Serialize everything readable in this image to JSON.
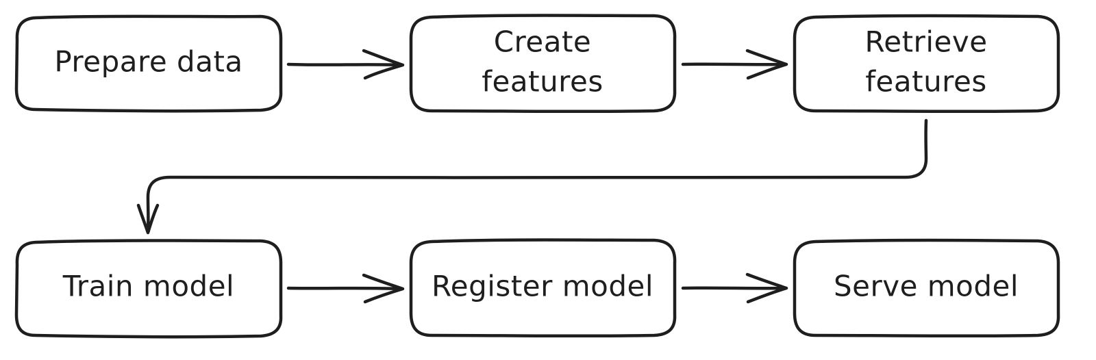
{
  "nodes": {
    "prepare_data": {
      "label": "Prepare data"
    },
    "create_features": {
      "lines": [
        "Create",
        "features"
      ]
    },
    "retrieve_features": {
      "lines": [
        "Retrieve",
        "features"
      ]
    },
    "train_model": {
      "label": "Train model"
    },
    "register_model": {
      "label": "Register model"
    },
    "serve_model": {
      "label": "Serve model"
    }
  },
  "edges": [
    {
      "from": "prepare_data",
      "to": "create_features"
    },
    {
      "from": "create_features",
      "to": "retrieve_features"
    },
    {
      "from": "retrieve_features",
      "to": "train_model"
    },
    {
      "from": "train_model",
      "to": "register_model"
    },
    {
      "from": "register_model",
      "to": "serve_model"
    }
  ],
  "colors": {
    "stroke": "#1e1e1e",
    "background": "#ffffff"
  }
}
